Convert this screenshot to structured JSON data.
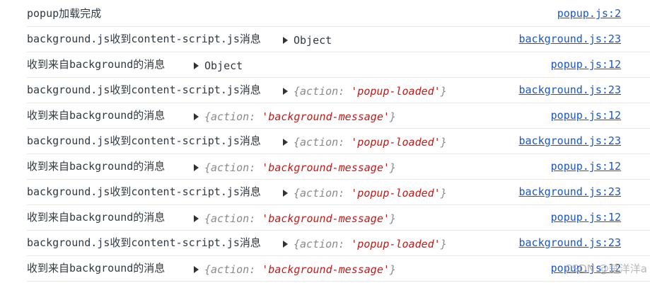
{
  "console": {
    "rows": [
      {
        "message": "popup加载完成",
        "source": "popup.js:2"
      },
      {
        "message": "background.js收到content-script.js消息",
        "object": "Object",
        "source": "background.js:23"
      },
      {
        "message": "收到来自background的消息",
        "object": "Object",
        "source": "popup.js:12"
      },
      {
        "message": "background.js收到content-script.js消息",
        "action_key": "action",
        "action_value": "'popup-loaded'",
        "source": "background.js:23"
      },
      {
        "message": "收到来自background的消息",
        "action_key": "action",
        "action_value": "'background-message'",
        "source": "popup.js:12"
      },
      {
        "message": "background.js收到content-script.js消息",
        "action_key": "action",
        "action_value": "'popup-loaded'",
        "source": "background.js:23"
      },
      {
        "message": "收到来自background的消息",
        "action_key": "action",
        "action_value": "'background-message'",
        "source": "popup.js:12"
      },
      {
        "message": "background.js收到content-script.js消息",
        "action_key": "action",
        "action_value": "'popup-loaded'",
        "source": "background.js:23"
      },
      {
        "message": "收到来自background的消息",
        "action_key": "action",
        "action_value": "'background-message'",
        "source": "popup.js:12"
      },
      {
        "message": "background.js收到content-script.js消息",
        "action_key": "action",
        "action_value": "'popup-loaded'",
        "source": "background.js:23"
      },
      {
        "message": "收到来自background的消息",
        "action_key": "action",
        "action_value": "'background-message'",
        "source": "popup.js:12"
      }
    ]
  },
  "watermark": "CSDN @楚洋洋a"
}
